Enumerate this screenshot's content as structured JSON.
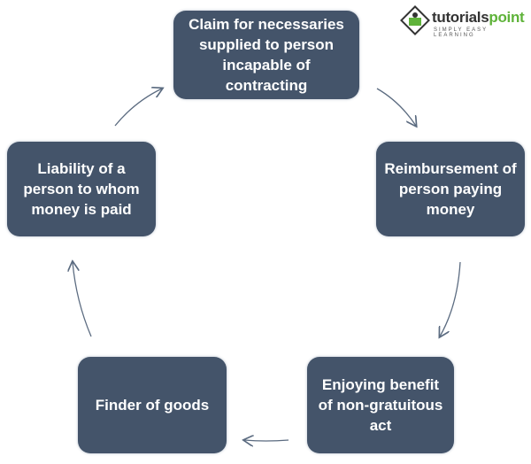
{
  "logo": {
    "brand_a": "tutorials",
    "brand_b": "point",
    "tagline": "SIMPLY EASY LEARNING"
  },
  "nodes": [
    "Claim for necessaries supplied to person incapable of contracting",
    "Reimbursement of person paying money",
    "Enjoying benefit of non-gratuitous act",
    "Finder of goods",
    "Liability of a person to whom money is paid"
  ],
  "colors": {
    "box": "#44546a",
    "arrow": "#5b6b80"
  }
}
